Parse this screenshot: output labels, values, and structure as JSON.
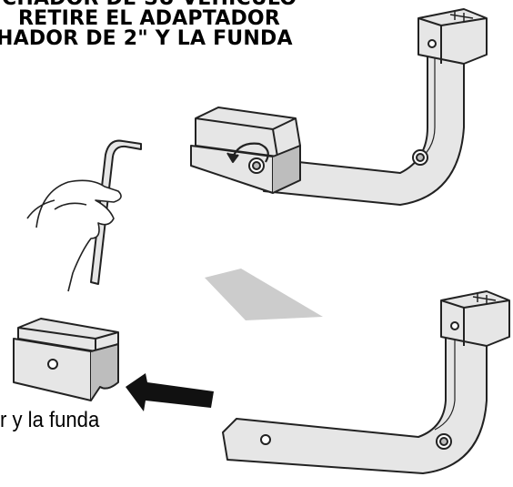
{
  "instructions": {
    "line1": "CHADOR DE SU VEHÍCULO",
    "line2": "RETIRE EL ADAPTADOR",
    "line3": "HADOR DE 2\" Y LA FUNDA"
  },
  "caption": "r y la funda",
  "icons": [
    "hex-key-icon",
    "hand-icon",
    "rotate-arrow-icon",
    "direction-arrow-icon",
    "push-arrow-icon"
  ],
  "colors": {
    "line": "#222222",
    "metal": "#e6e6e6",
    "shade": "#bdbdbd",
    "arrow": "#cccccc"
  }
}
